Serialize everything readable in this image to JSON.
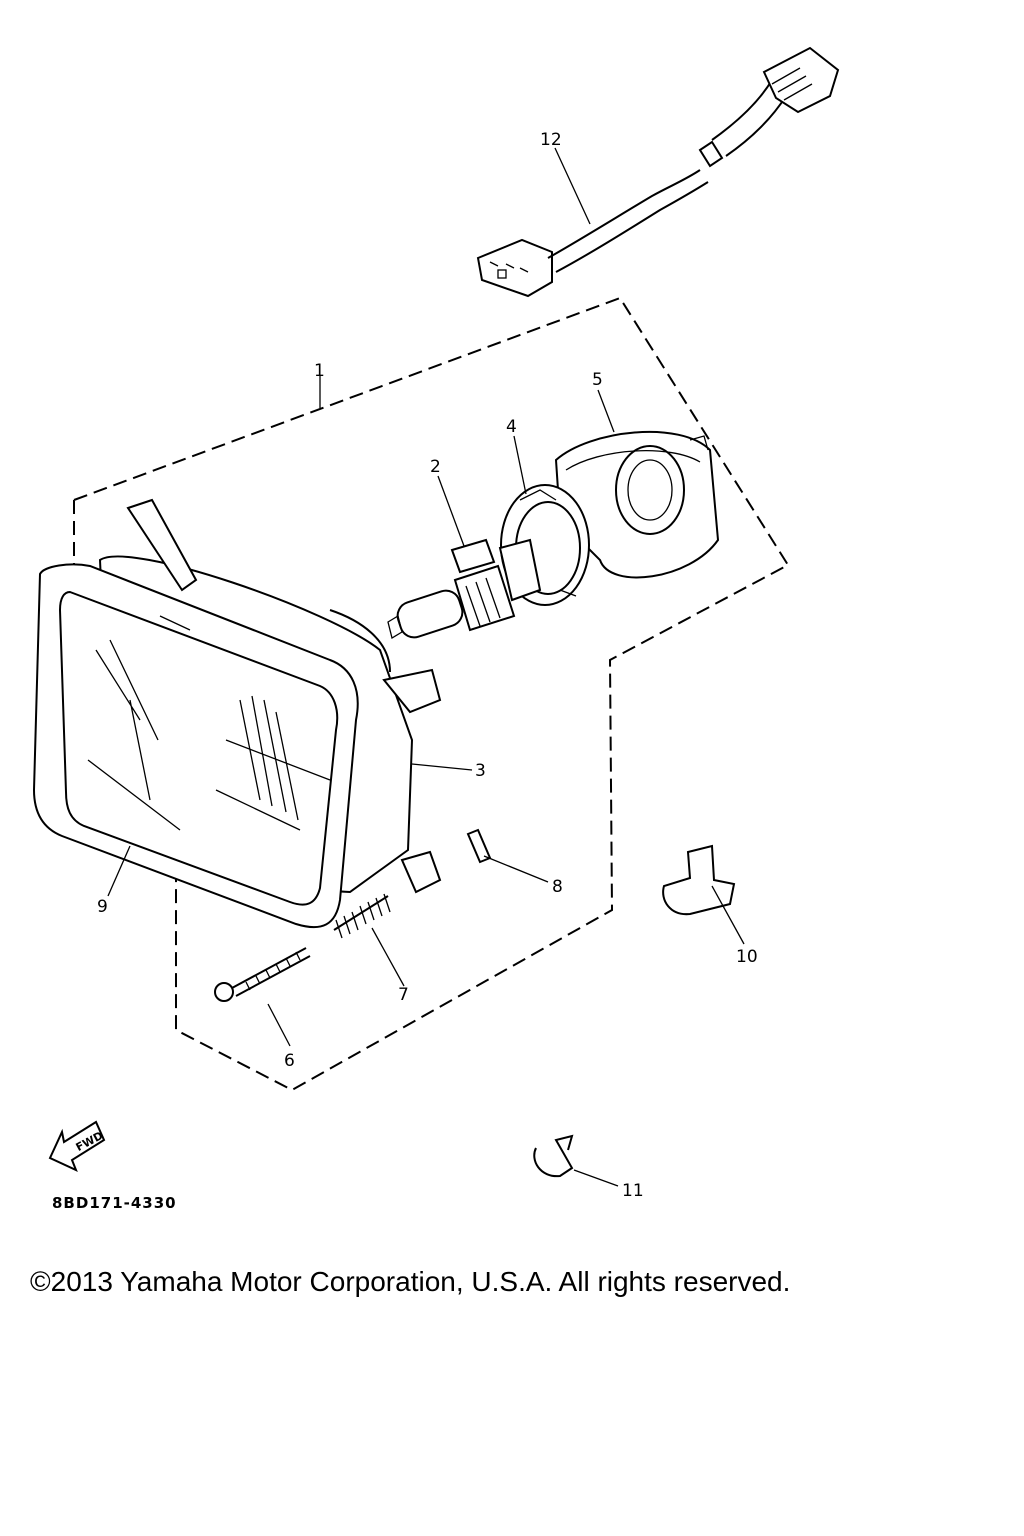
{
  "diagram": {
    "callouts": [
      "1",
      "2",
      "3",
      "4",
      "5",
      "6",
      "7",
      "8",
      "9",
      "10",
      "11",
      "12"
    ],
    "part_number": "8BD171-4330",
    "fwd_label": "FWD"
  },
  "copyright": "©2013 Yamaha Motor Corporation, U.S.A. All rights reserved."
}
